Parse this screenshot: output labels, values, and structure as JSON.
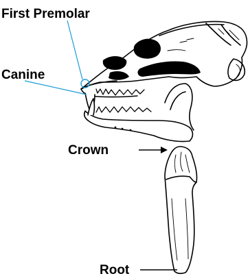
{
  "diagram": {
    "labels": {
      "first_premolar": "First Premolar",
      "canine": "Canine",
      "crown": "Crown",
      "root": "Root"
    },
    "colors": {
      "ink": "#000000",
      "pointer": "#1a9bd7"
    }
  }
}
